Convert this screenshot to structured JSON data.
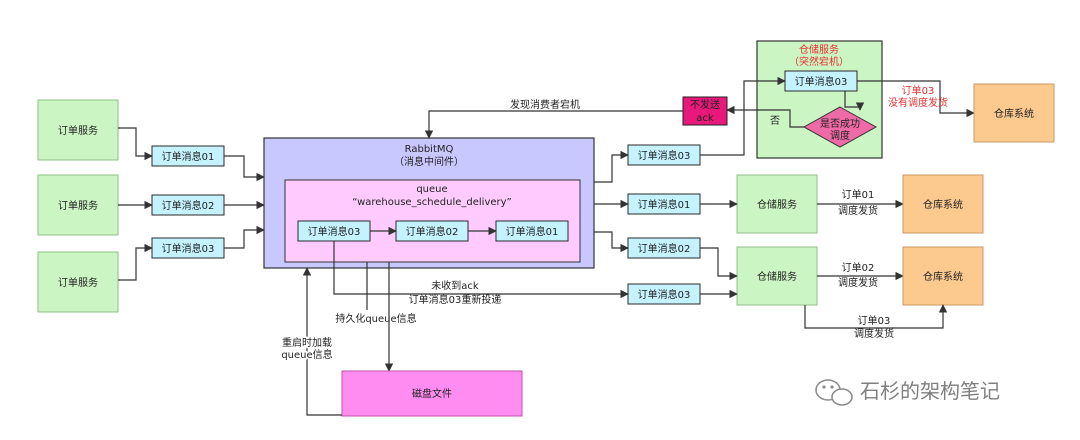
{
  "order_service_label": "订单服务",
  "messages": {
    "m01": "订单消息01",
    "m02": "订单消息02",
    "m03": "订单消息03"
  },
  "mq": {
    "title": "RabbitMQ",
    "subtitle": "（消息中间件）"
  },
  "queue": {
    "label": "queue",
    "name": "“warehouse_schedule_delivery”"
  },
  "queue_items": [
    "订单消息03",
    "订单消息02",
    "订单消息01"
  ],
  "warehouse_service_label": "仓储服务",
  "warehouse_system_label": "仓库系统",
  "crashed_service": {
    "title": "仓储服务",
    "subtitle": "（突然宕机）"
  },
  "decision": {
    "line1": "是否成功",
    "line2": "调度"
  },
  "no_label": "否",
  "no_ack": {
    "line1": "不发送",
    "line2": "ack"
  },
  "consumer_down_label": "发现消费者宕机",
  "no_dispatch": {
    "line1": "订单03",
    "line2": "没有调度发货"
  },
  "dispatch01": {
    "line1": "订单01",
    "line2": "调度发货"
  },
  "dispatch02": {
    "line1": "订单02",
    "line2": "调度发货"
  },
  "dispatch03": {
    "line1": "订单03",
    "line2": "调度发货"
  },
  "redeliver": {
    "line1": "未收到ack",
    "line2": "订单消息03重新投递"
  },
  "persist_label": "持久化queue信息",
  "reload": {
    "line1": "重启时加载",
    "line2": "queue信息"
  },
  "disk_label": "磁盘文件",
  "watermark": "石杉的架构笔记",
  "colors": {
    "service_green": "#ccf5c4",
    "message_cyan": "#c4f2ff",
    "system_orange": "#fcc98f",
    "mq_purple": "#c8c8ff",
    "queue_pink": "#ffcbff",
    "disk_magenta": "#ff8cf0",
    "no_ack_red": "#e8197a",
    "warning_red": "#e53030"
  },
  "icons": {
    "watermark_logo": "wechat-icon"
  }
}
